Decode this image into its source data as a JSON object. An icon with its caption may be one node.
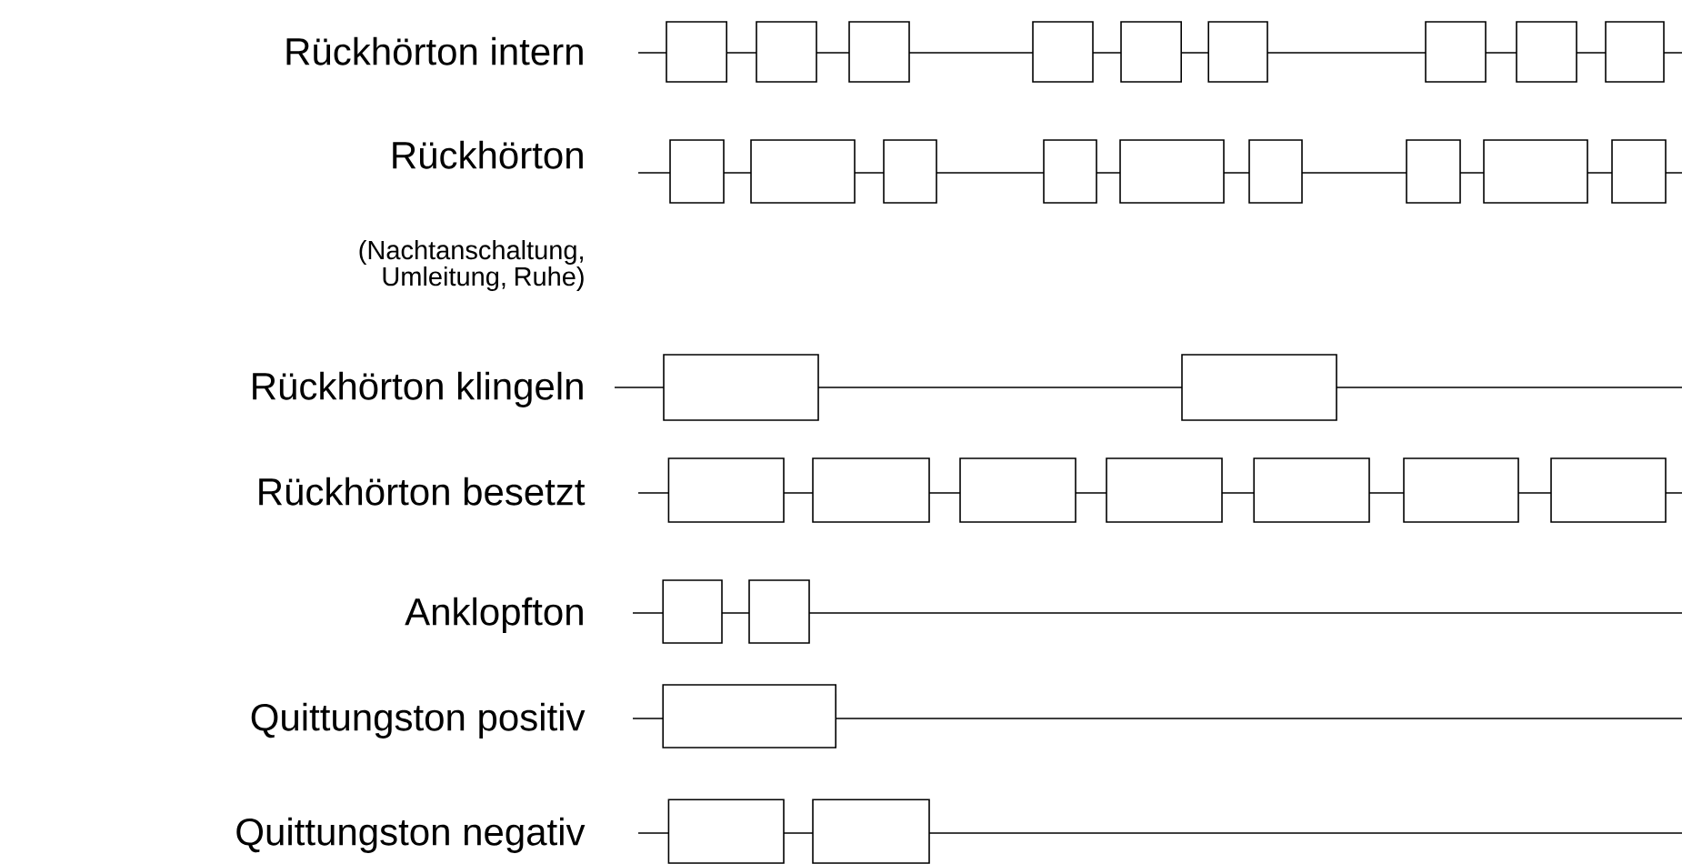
{
  "diagram": {
    "labels": [
      "Rückhörton intern",
      "Rückhörton",
      "(Nachtanschaltung, Umleitung, Ruhe)",
      "Rückhörton klingeln",
      "Rückhörton besetzt",
      "Anklopfton",
      "Quittungston positiv",
      "Quittungston negativ"
    ]
  }
}
